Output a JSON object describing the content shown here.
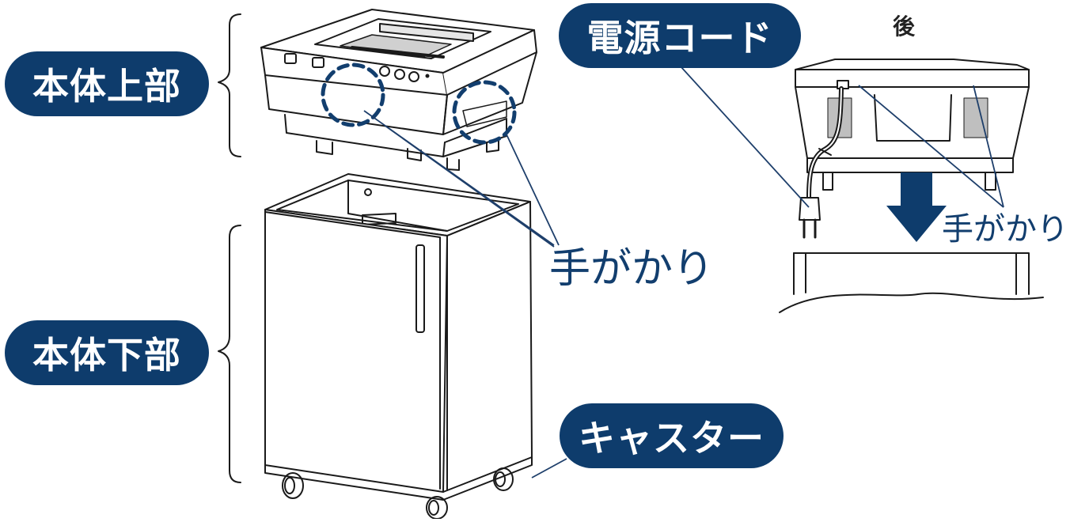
{
  "labels": {
    "upper_body": "本体上部",
    "lower_body": "本体下部",
    "power_cord": "電源コード",
    "caster": "キャスター",
    "grip_main": "手がかり",
    "grip_side": "手がかり",
    "rear": "後"
  },
  "colors": {
    "navy": "#0e3c6c",
    "line": "#1e3f6b",
    "drawing": "#1a1a1a"
  },
  "icons": {
    "down_arrow": "down-arrow-icon",
    "plug": "power-plug-icon"
  }
}
